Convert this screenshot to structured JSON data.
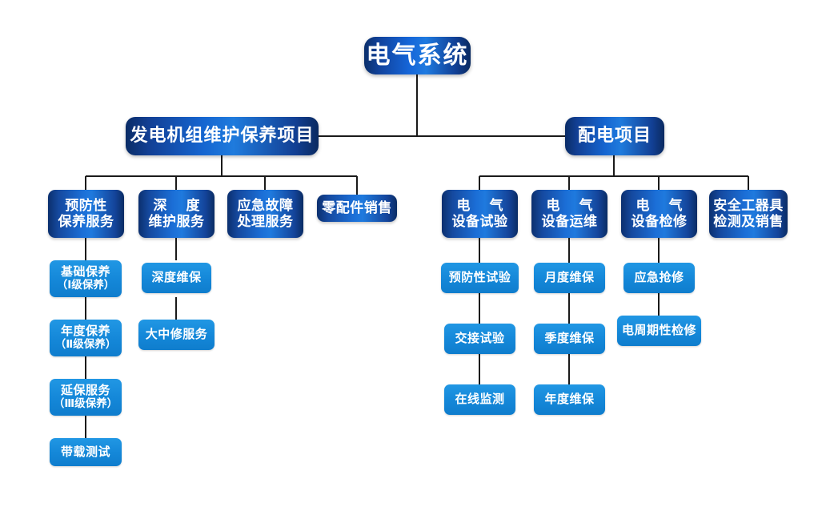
{
  "diagram": {
    "title": "电气系统",
    "type": "organization-tree",
    "colors": {
      "level1": "#1565d8",
      "level2": "#1565d0",
      "level3": "#1b6ed6",
      "level4": "#1487d8",
      "connector": "#1a1a1a",
      "background": "#ffffff",
      "text": "#ffffff"
    },
    "root": {
      "label": "电气系统"
    },
    "branches": [
      {
        "label": "发电机组维护保养项目",
        "children": [
          {
            "label_lines": [
              "预防性",
              "保养服务"
            ],
            "children": [
              {
                "label_lines": [
                  "基础保养",
                  "（Ⅰ级保养）"
                ]
              },
              {
                "label_lines": [
                  "年度保养",
                  "（Ⅱ级保养）"
                ]
              },
              {
                "label_lines": [
                  "延保服务",
                  "（Ⅲ级保养）"
                ]
              },
              {
                "label_lines": [
                  "带载测试"
                ]
              }
            ]
          },
          {
            "label_lines": [
              "深 度",
              "维护服务"
            ],
            "children": [
              {
                "label_lines": [
                  "深度维保"
                ]
              },
              {
                "label_lines": [
                  "大中修服务"
                ]
              }
            ]
          },
          {
            "label_lines": [
              "应急故障",
              "处理服务"
            ],
            "children": []
          },
          {
            "label_lines": [
              "零配件销售"
            ],
            "children": []
          }
        ]
      },
      {
        "label": "配电项目",
        "children": [
          {
            "label_lines": [
              "电 气",
              "设备试验"
            ],
            "children": [
              {
                "label_lines": [
                  "预防性试验"
                ]
              },
              {
                "label_lines": [
                  "交接试验"
                ]
              },
              {
                "label_lines": [
                  "在线监测"
                ]
              }
            ]
          },
          {
            "label_lines": [
              "电 气",
              "设备运维"
            ],
            "children": [
              {
                "label_lines": [
                  "月度维保"
                ]
              },
              {
                "label_lines": [
                  "季度维保"
                ]
              },
              {
                "label_lines": [
                  "年度维保"
                ]
              }
            ]
          },
          {
            "label_lines": [
              "电 气",
              "设备检修"
            ],
            "children": [
              {
                "label_lines": [
                  "应急抢修"
                ]
              },
              {
                "label_lines": [
                  "电周期性检修"
                ]
              }
            ]
          },
          {
            "label_lines": [
              "安全工器具",
              "检测及销售"
            ],
            "children": []
          }
        ]
      }
    ]
  }
}
